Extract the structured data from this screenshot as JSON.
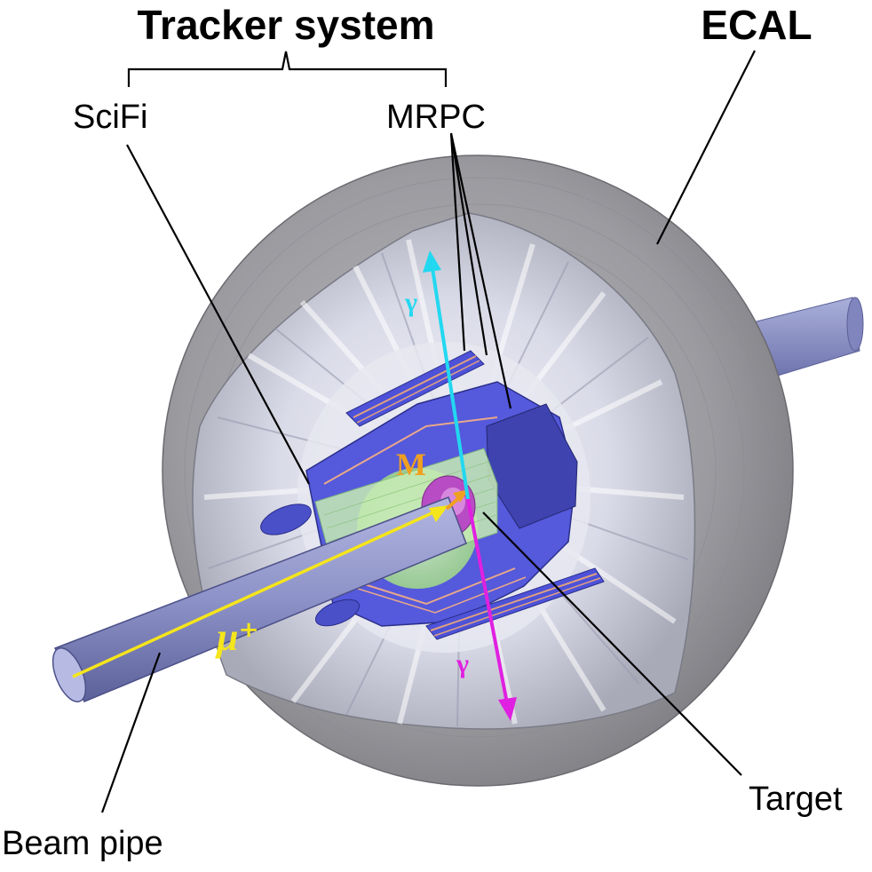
{
  "labels": {
    "tracker_system": "Tracker system",
    "ecal": "ECAL",
    "scifi": "SciFi",
    "mrpc": "MRPC",
    "target": "Target",
    "beam_pipe": "Beam pipe"
  },
  "particles": {
    "gamma_up": "γ",
    "gamma_down": "γ",
    "muonium": "M",
    "muon": "μ⁺"
  },
  "colors": {
    "ecal": "#9a9a9e",
    "ecal_dark": "#6f6f74",
    "crystal_light": "#d9dae8",
    "mrpc_blue": "#4a4fd6",
    "scifi_green": "#b7e8a8",
    "beam_pipe": "#8a8fc8",
    "target": "#c060c8",
    "gamma_up": "#22d8f0",
    "gamma_down": "#e020e0",
    "muonium": "#f0a020",
    "muon": "#f0e020"
  }
}
